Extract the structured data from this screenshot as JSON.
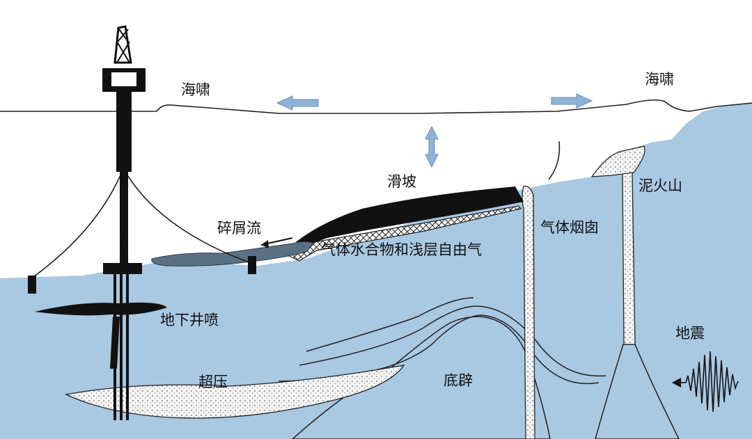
{
  "labels": {
    "tsunami_left": "海啸",
    "tsunami_right": "海啸",
    "landslide": "滑坡",
    "debris_flow": "碎屑流",
    "gas_hydrate": "气体水合物和浅层自由气",
    "gas_chimney": "气体烟囱",
    "mud_volcano": "泥火山",
    "blowout": "地下井喷",
    "overpressure": "超压",
    "diapir": "底辟",
    "earthquake": "地震"
  },
  "colors": {
    "seabed": "#a9c8e2",
    "arrow": "#8fb3d6",
    "slide": "#111111",
    "debris": "#5a7185",
    "dotted_fill": "#f2f2f2"
  }
}
